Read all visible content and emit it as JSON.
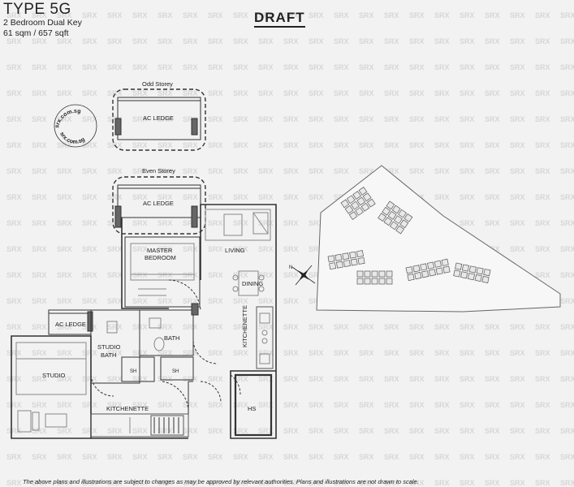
{
  "header": {
    "type_title": "TYPE 5G",
    "unit_desc": "2 Bedroom  Dual Key",
    "area": "61 sqm / 657 sqft"
  },
  "draft_label": "DRAFT",
  "plan": {
    "odd_storey_label": "Odd Storey",
    "even_storey_label": "Even Storey",
    "ac_ledge_odd": "AC LEDGE",
    "ac_ledge_even": "AC LEDGE",
    "master_bedroom_line1": "MASTER",
    "master_bedroom_line2": "BEDROOM",
    "living": "LIVING",
    "dining": "DINING",
    "kitchenette_vertical": "KITCHENETTE",
    "ac_ledge_studio": "AC LEDGE",
    "studio_bath_line1": "STUDIO",
    "studio_bath_line2": "BATH",
    "bath": "BATH",
    "studio": "STUDIO",
    "kitchenette": "KITCHENETTE",
    "shower1": "SH",
    "shower2": "SH",
    "hs": "HS"
  },
  "watermark": {
    "text": "SRX",
    "circle_top": "srx.com.sg",
    "circle_bottom": "srx.com.sg"
  },
  "footer": {
    "disclaimer": "The above plans and illustrations are subject to changes as may be approved by relevant authorities. Plans and illustrations are not drawn to scale."
  },
  "colors": {
    "background": "#f2f2f2",
    "ink": "#222222",
    "watermark": "#d6d6d6"
  }
}
